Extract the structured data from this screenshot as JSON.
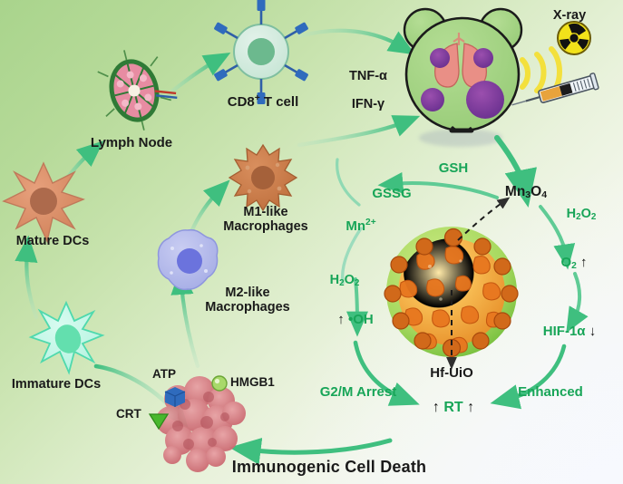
{
  "figure": {
    "title": "Immunogenic Cell Death",
    "background_start": "#a9d48c",
    "background_end": "#f6f8fc",
    "accent_green": "#18a558",
    "accent_black": "#1a1a1a"
  },
  "immune_cycle": {
    "nodes": [
      {
        "id": "mature-dcs",
        "label": "Mature DCs",
        "color": "#1a1a1a"
      },
      {
        "id": "lymph-node",
        "label": "Lymph Node",
        "color": "#1a1a1a"
      },
      {
        "id": "cd8-t-cell",
        "label_html": "CD8<sup>+</sup> T cell",
        "color": "#1a1a1a"
      },
      {
        "id": "m1-macrophages",
        "line1": "M1-like",
        "line2": "Macrophages",
        "color": "#1a1a1a"
      },
      {
        "id": "m2-macrophages",
        "line1": "M2-like",
        "line2": "Macrophages",
        "color": "#1a1a1a"
      },
      {
        "id": "immature-dcs",
        "label": "Immature DCs",
        "color": "#1a1a1a"
      }
    ]
  },
  "cytokines": {
    "tnf": "TNF-α",
    "ifn": "IFN-γ"
  },
  "irradiation": {
    "xray_label": "X-ray",
    "symbol": "radiation-trefoil",
    "symbol_color": "#f2e21a"
  },
  "icd_markers": [
    {
      "id": "atp",
      "label": "ATP",
      "color": "#1a1a1a",
      "marker_color": "#2b6fd6"
    },
    {
      "id": "hmgb1",
      "label": "HMGB1",
      "color": "#1a1a1a",
      "marker_color": "#a6d86a"
    },
    {
      "id": "crt",
      "label": "CRT",
      "color": "#1a1a1a",
      "marker_color": "#45b52c"
    }
  ],
  "chemistry": {
    "gsh": "GSH",
    "gssg": "GSSG",
    "mn2": "Mn<sup>2+</sup>",
    "mn3o4": "Mn<sub>3</sub>O<sub>4</sub>",
    "h2o2_right": "H<sub>2</sub>O<sub>2</sub>",
    "h2o2_left": "H<sub>2</sub>O<sub>2</sub>",
    "o2": "O<sub>2</sub>",
    "o2_arrow": "↑",
    "hydroxyl": "•OH",
    "hydroxyl_arrow": "↑",
    "hif": "HIF-1α",
    "hif_arrow": "↓",
    "hf_uio": "Hf-UiO",
    "g2m": "G2/M Arrest",
    "enhanced": "Enhanced",
    "rt": "RT",
    "rt_arrow_left": "↑",
    "rt_arrow_right": "↑"
  }
}
